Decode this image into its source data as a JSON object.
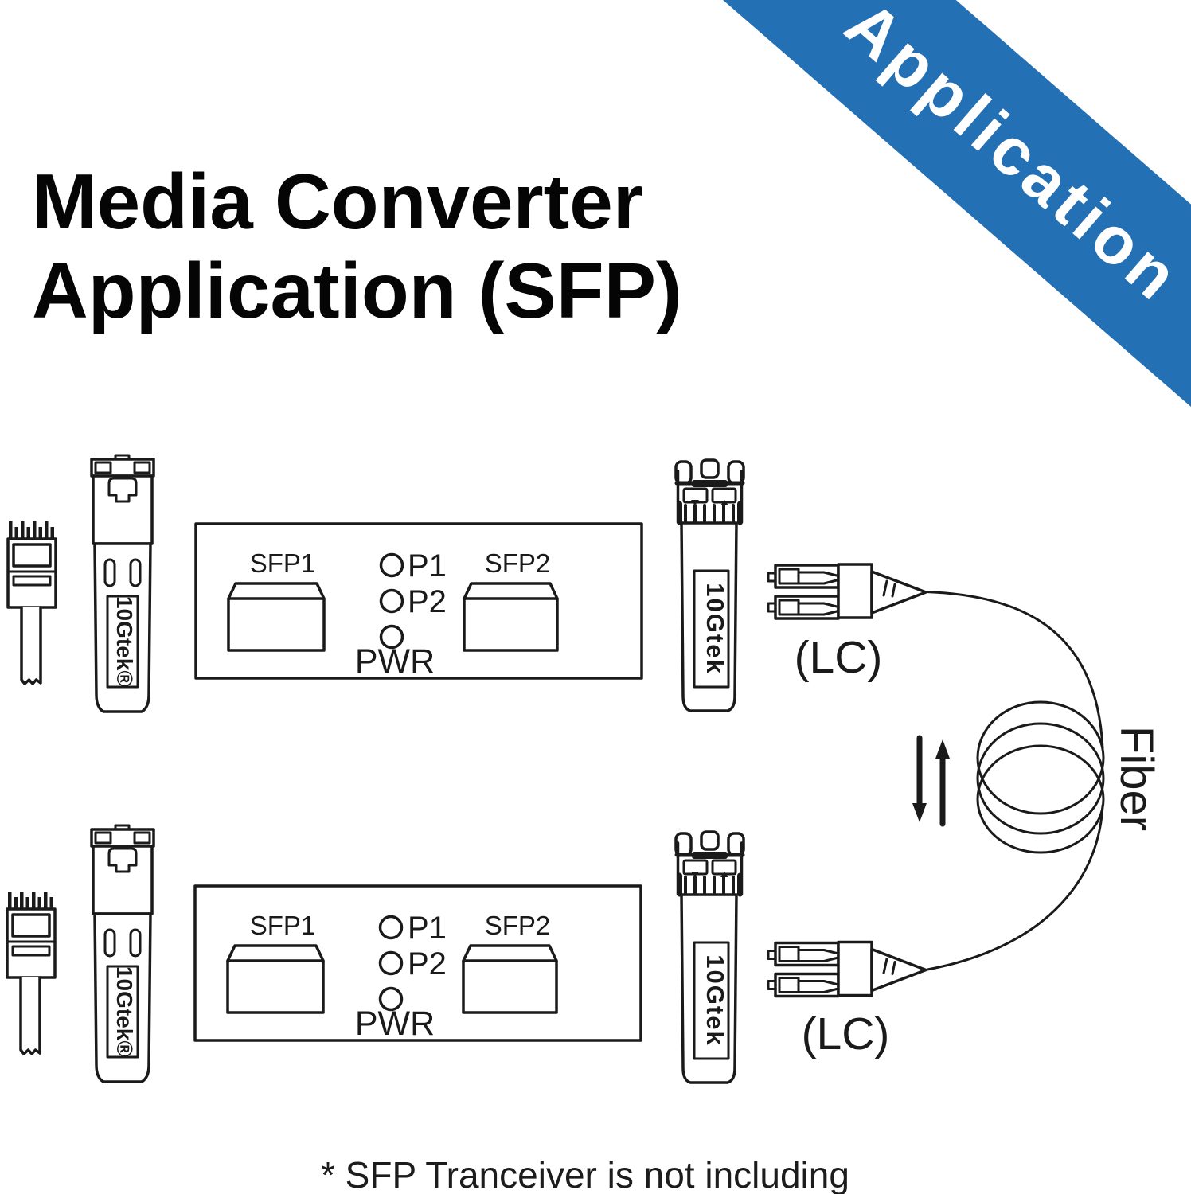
{
  "banner": {
    "label": "Application",
    "color": "#2470b4"
  },
  "title": {
    "line1": "Media Converter",
    "line2": "Application (SFP)"
  },
  "converter": {
    "sfp1": "SFP1",
    "sfp2": "SFP2",
    "led_p1": "P1",
    "led_p2": "P2",
    "led_pwr": "PWR"
  },
  "modules": {
    "copper_brand": "10Gtek®",
    "fiber_brand": "10Gtek"
  },
  "connectors": {
    "lc": "(LC)"
  },
  "fiber": {
    "label": "Fiber"
  },
  "footnote": "* SFP Tranceiver is not including",
  "colors": {
    "line": "#1a1a1a",
    "banner_blue": "#2470b4",
    "text_white": "#ffffff"
  }
}
